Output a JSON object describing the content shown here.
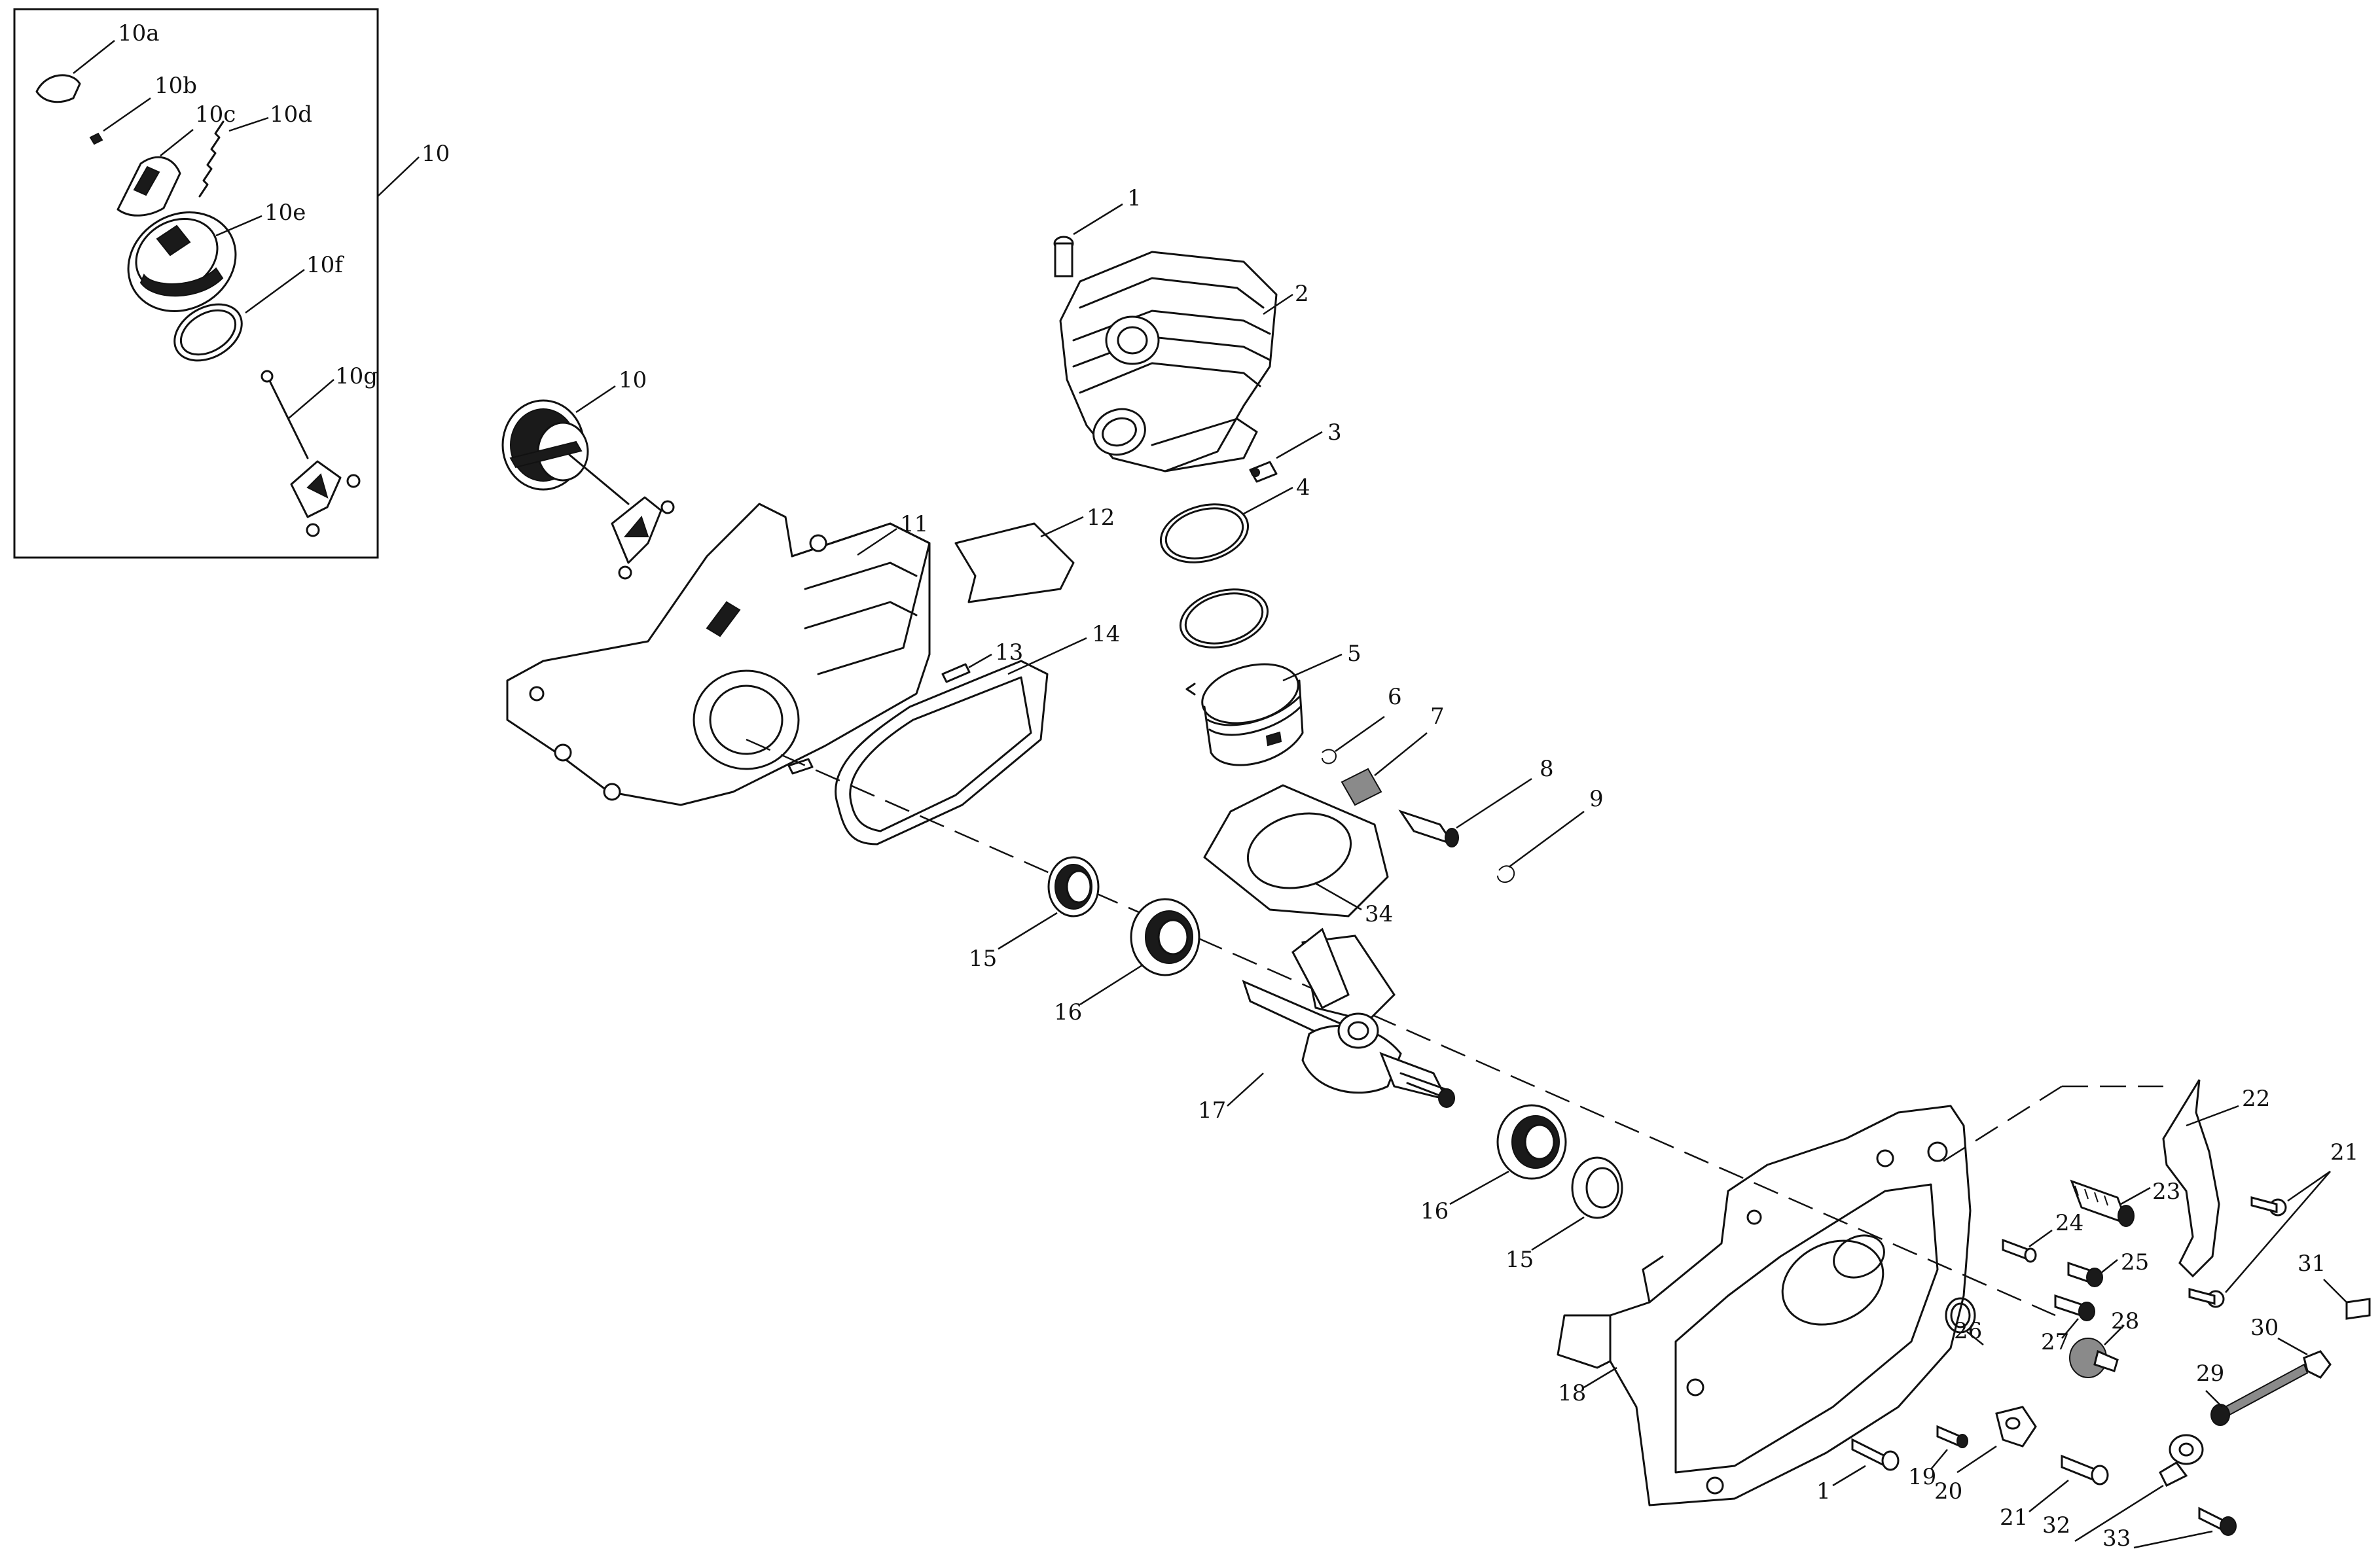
{
  "callouts": {
    "c1a": "1",
    "c2": "2",
    "c3": "3",
    "c4": "4",
    "c5": "5",
    "c6": "6",
    "c7": "7",
    "c8": "8",
    "c9": "9",
    "c10": "10",
    "c10box": "10",
    "c10a": "10a",
    "c10b": "10b",
    "c10c": "10c",
    "c10d": "10d",
    "c10e": "10e",
    "c10f": "10f",
    "c10g": "10g",
    "c11": "11",
    "c12": "12",
    "c13": "13",
    "c14": "14",
    "c15a": "15",
    "c15b": "15",
    "c16a": "16",
    "c16b": "16",
    "c17": "17",
    "c18": "18",
    "c1b": "1",
    "c19": "19",
    "c20": "20",
    "c21a": "21",
    "c21b": "21",
    "c22": "22",
    "c23": "23",
    "c24": "24",
    "c25": "25",
    "c26": "26",
    "c27": "27",
    "c28": "28",
    "c29": "29",
    "c30": "30",
    "c31": "31",
    "c32": "32",
    "c33": "33",
    "c34": "34"
  }
}
